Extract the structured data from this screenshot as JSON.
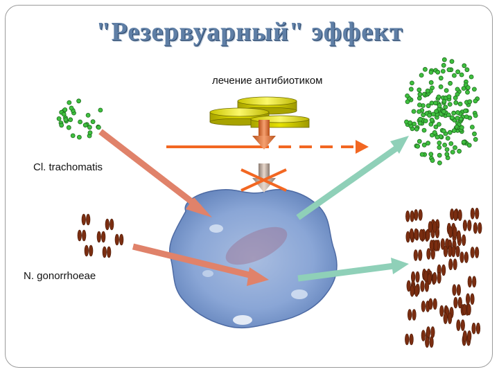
{
  "title": "\"Резервуарный\" эффект",
  "labels": {
    "treatment": "лечение антибиотиком",
    "chlamydia": "Cl. trachomatis",
    "gonorrhoeae": "N. gonorrhoeae"
  },
  "colors": {
    "title": "#5f7fa6",
    "coccus": "#3fbf3f",
    "diplococcus": "#7a2d10",
    "arrow_in": "#e0826a",
    "arrow_out": "#8fd0b8",
    "antibiotic_line": "#f26722",
    "pill": "#e8e400",
    "cell": "#7f9ccd"
  }
}
